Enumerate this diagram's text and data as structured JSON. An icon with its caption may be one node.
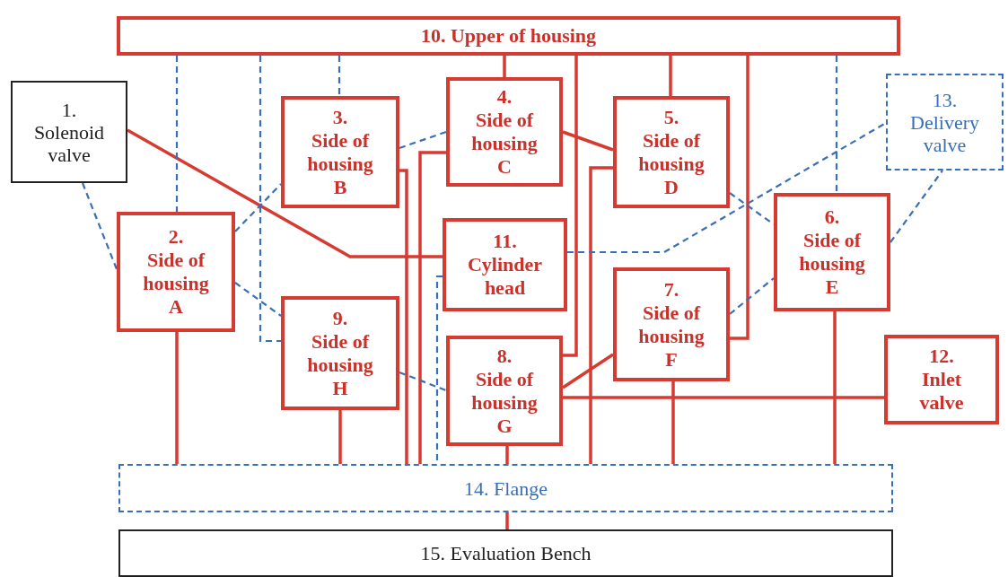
{
  "diagram": {
    "nodes": [
      {
        "text": [
          "1.",
          "Solenoid valve"
        ]
      },
      {
        "text": [
          "2.",
          "Side of housing A"
        ]
      },
      {
        "text": [
          "3.",
          "Side of housing B"
        ]
      },
      {
        "text": [
          "4.",
          "Side of housing C"
        ]
      },
      {
        "text": [
          "5.",
          "Side of housing D"
        ]
      },
      {
        "text": [
          "6.",
          "Side of housing E"
        ]
      },
      {
        "text": [
          "7.",
          "Side of housing F"
        ]
      },
      {
        "text": [
          "8.",
          "Side of housing G"
        ]
      },
      {
        "text": [
          "9.",
          "Side of housing H"
        ]
      },
      {
        "text": [
          "10. Upper of housing"
        ]
      },
      {
        "text": [
          "11.",
          "Cylinder head"
        ]
      },
      {
        "text": [
          "12.",
          "Inlet valve"
        ]
      },
      {
        "text": [
          "13.",
          "Delivery valve"
        ]
      },
      {
        "text": [
          "14. Flange"
        ]
      },
      {
        "text": [
          "15. Evaluation Bench"
        ]
      }
    ],
    "edges": [
      {
        "from": 9,
        "to": 3,
        "arrow": "none"
      },
      {
        "from": 9,
        "to": 4,
        "arrow": "none"
      },
      {
        "from": 9,
        "to": 7,
        "arrow": "none"
      },
      {
        "from": 9,
        "to": 6,
        "arrow": "none"
      },
      {
        "from": 0,
        "to": 10,
        "arrow": "none"
      },
      {
        "from": 3,
        "to": 4,
        "arrow": "none"
      },
      {
        "from": 2,
        "to": 13,
        "arrow": "none"
      },
      {
        "from": 3,
        "to": 13,
        "arrow": "none"
      },
      {
        "from": 4,
        "to": 13,
        "arrow": "none"
      },
      {
        "from": 1,
        "to": 13,
        "arrow": "none"
      },
      {
        "from": 8,
        "to": 13,
        "arrow": "none"
      },
      {
        "from": 7,
        "to": 13,
        "arrow": "none"
      },
      {
        "from": 6,
        "to": 13,
        "arrow": "none"
      },
      {
        "from": 5,
        "to": 13,
        "arrow": "none"
      },
      {
        "from": 7,
        "to": 6,
        "arrow": "none"
      },
      {
        "from": 7,
        "to": 11,
        "arrow": "none"
      },
      {
        "from": 13,
        "to": 14,
        "arrow": "none"
      },
      {
        "from": 9,
        "to": 1,
        "arrow": "none",
        "style": "dashed",
        "color": "#3a6fb5"
      },
      {
        "from": 9,
        "to": 8,
        "arrow": "none",
        "style": "dashed",
        "color": "#3a6fb5"
      },
      {
        "from": 9,
        "to": 2,
        "arrow": "none",
        "style": "dashed",
        "color": "#3a6fb5"
      },
      {
        "from": 9,
        "to": 5,
        "arrow": "none",
        "style": "dashed",
        "color": "#3a6fb5"
      },
      {
        "from": 0,
        "to": 1,
        "arrow": "none",
        "style": "dashed",
        "color": "#3a6fb5"
      },
      {
        "from": 1,
        "to": 2,
        "arrow": "none",
        "style": "dashed",
        "color": "#3a6fb5"
      },
      {
        "from": 1,
        "to": 8,
        "arrow": "none",
        "style": "dashed",
        "color": "#3a6fb5"
      },
      {
        "from": 2,
        "to": 3,
        "arrow": "none",
        "style": "dashed",
        "color": "#3a6fb5"
      },
      {
        "from": 8,
        "to": 7,
        "arrow": "none",
        "style": "dashed",
        "color": "#3a6fb5"
      },
      {
        "from": 10,
        "to": 12,
        "arrow": "none",
        "style": "dashed",
        "color": "#3a6fb5"
      },
      {
        "from": 10,
        "to": 13,
        "arrow": "none",
        "style": "dashed",
        "color": "#3a6fb5"
      },
      {
        "from": 4,
        "to": 5,
        "arrow": "none",
        "style": "dashed",
        "color": "#3a6fb5"
      },
      {
        "from": 6,
        "to": 5,
        "arrow": "none",
        "style": "dashed",
        "color": "#3a6fb5"
      },
      {
        "from": 5,
        "to": 12,
        "arrow": "none",
        "style": "dashed",
        "color": "#3a6fb5"
      }
    ]
  }
}
